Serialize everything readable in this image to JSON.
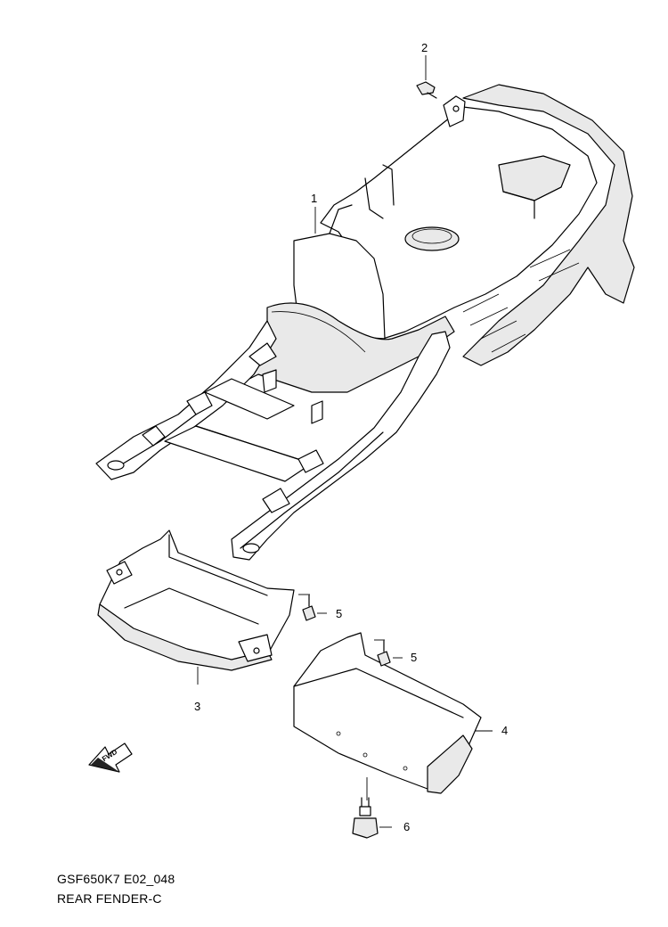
{
  "diagram": {
    "code": "GSF650K7 E02_048",
    "title": "REAR FENDER-C",
    "fwd_label": "FWD"
  },
  "callouts": [
    {
      "id": "1",
      "label": "1"
    },
    {
      "id": "2",
      "label": "2"
    },
    {
      "id": "3",
      "label": "3"
    },
    {
      "id": "4",
      "label": "4"
    },
    {
      "id": "5a",
      "label": "5"
    },
    {
      "id": "5b",
      "label": "5"
    },
    {
      "id": "6",
      "label": "6"
    }
  ],
  "colors": {
    "line": "#000000",
    "shade": "#e9e9e9",
    "background": "#ffffff"
  }
}
